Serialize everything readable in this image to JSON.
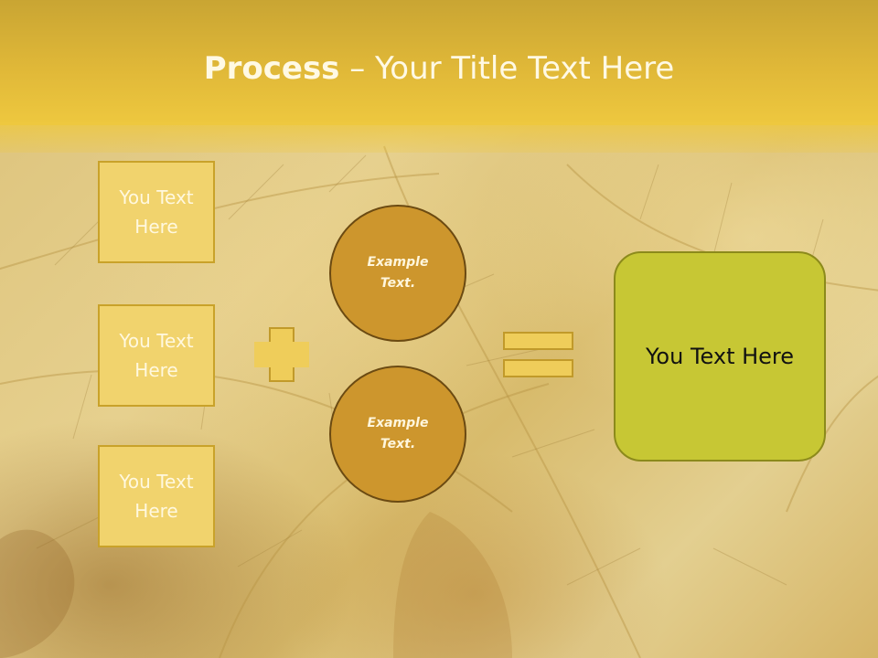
{
  "slide": {
    "title_bold": "Process",
    "title_rest": " – Your Title Text Here",
    "boxes": [
      {
        "label": "You Text Here"
      },
      {
        "label": "You Text Here"
      },
      {
        "label": "You Text Here"
      }
    ],
    "circles": [
      {
        "label": "Example Text."
      },
      {
        "label": "Example Text."
      }
    ],
    "result": {
      "label": "You Text Here"
    },
    "operators": {
      "plus": "plus-icon",
      "equals": "equals-icon"
    },
    "colors": {
      "header": "#e0b838",
      "box_fill": "#f1d36d",
      "circle_fill": "#cd962d",
      "result_fill": "#c7c734",
      "operator_fill": "#efcd5a"
    }
  }
}
